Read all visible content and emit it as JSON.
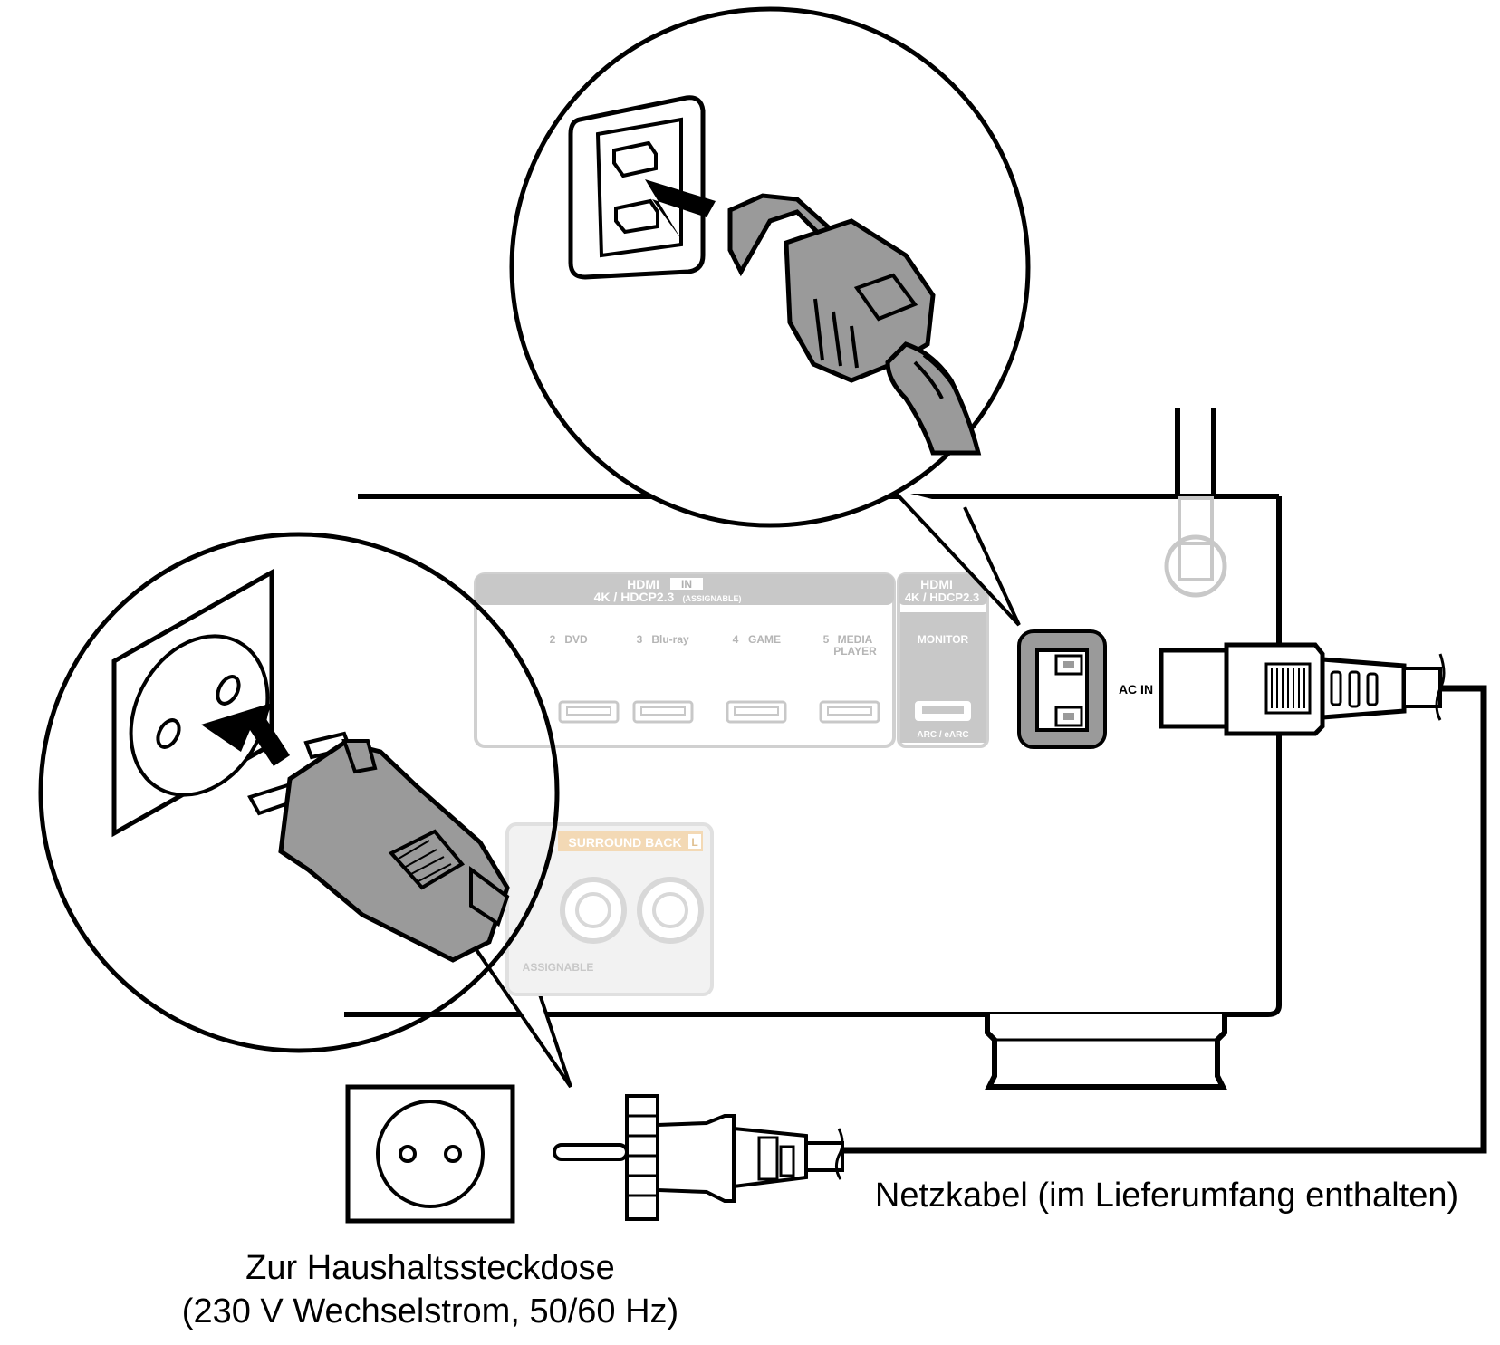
{
  "hdmi_in": {
    "title": "HDMI",
    "badge": "IN",
    "spec": "4K / HDCP2.3",
    "spec_note": "(ASSIGNABLE)",
    "inputs": [
      {
        "num": "2",
        "label": "DVD",
        "label2": ""
      },
      {
        "num": "3",
        "label": "Blu-ray",
        "label2": ""
      },
      {
        "num": "4",
        "label": "GAME",
        "label2": ""
      },
      {
        "num": "5",
        "label": "MEDIA",
        "label2": "PLAYER"
      }
    ]
  },
  "hdmi_out": {
    "title": "HDMI",
    "spec": "4K / HDCP2.3",
    "monitor_label": "MONITOR",
    "arc_label": "ARC / eARC"
  },
  "ac_in_label": "AC IN",
  "speaker": {
    "title": "SURROUND BACK",
    "channel_badge": "L",
    "assignable_label": "ASSIGNABLE"
  },
  "captions": {
    "power_cord": "Netzkabel (im Lieferumfang enthalten)",
    "outlet_line1": "Zur Haushaltssteckdose",
    "outlet_line2": "(230 V Wechselstrom, 50/60 Hz)"
  },
  "colors": {
    "line": "#000000",
    "panel_faint": "#c8c8c8",
    "plug_gray": "#9a9a9a",
    "speaker_frame": "#e8c89a",
    "speaker_badge": "#f0c890"
  }
}
